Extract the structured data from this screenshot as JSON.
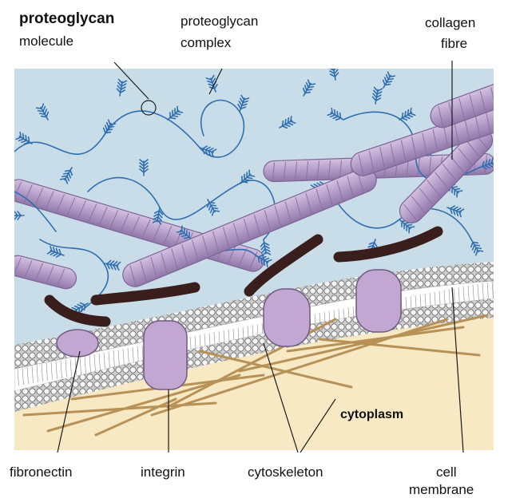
{
  "labels": {
    "proteoglycan_molecule": {
      "line1": "proteoglycan",
      "line2": "molecule"
    },
    "proteoglycan_complex": {
      "line1": "proteoglycan",
      "line2": "complex"
    },
    "collagen_fibre": {
      "line1": "collagen",
      "line2": "fibre"
    },
    "cytoplasm": "cytoplasm",
    "fibronectin": "fibronectin",
    "integrin": "integrin",
    "cytoskeleton": "cytoskeleton",
    "cell_membrane": {
      "line1": "cell",
      "line2": "membrane"
    }
  },
  "colors": {
    "extracellular_background": "#c9dde9",
    "cytoplasm_background": "#f6e9c4",
    "collagen_fibre": "#b49cc9",
    "collagen_edge": "#7d6596",
    "proteoglycan": "#2f6fb0",
    "fibronectin": "#3a1e1c",
    "integrin": "#c1a7d1",
    "membrane_head": "#f5f5f5",
    "cytoskeleton": "#b89156"
  },
  "icons": {
    "collagen": "collagen-fibre-icon",
    "proteoglycan": "proteoglycan-complex-icon",
    "fibronectin": "fibronectin-icon",
    "integrin": "integrin-icon",
    "membrane": "lipid-bilayer-icon",
    "cytoskeleton": "cytoskeleton-filament-icon"
  }
}
